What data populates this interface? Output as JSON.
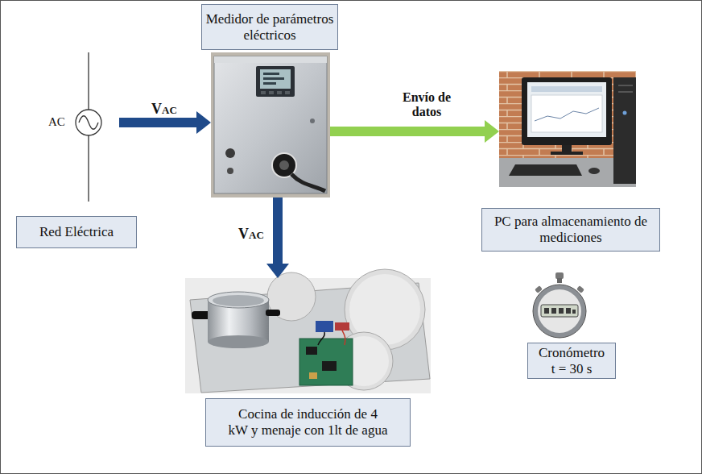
{
  "diagram": {
    "nodes": [
      {
        "text": [
          "Medidor de parámetros eléctricos"
        ]
      },
      {
        "text": [
          "Red Eléctrica"
        ]
      },
      {
        "text": [
          "PC para almacenamiento de mediciones"
        ]
      },
      {
        "text": [
          "Cocina de inducción de 4 kW y menaje con 1lt de agua"
        ]
      },
      {
        "text": [
          "Cronómetro t = 30 s"
        ]
      }
    ],
    "edges": [
      {
        "from": 1,
        "to": 0,
        "label": "VAC",
        "arrow": "to"
      },
      {
        "from": 0,
        "to": 2,
        "label": "Envío de datos",
        "arrow": "to"
      },
      {
        "from": 0,
        "to": 3,
        "label": "VAC",
        "arrow": "to"
      }
    ],
    "labels": [
      "AC"
    ]
  }
}
